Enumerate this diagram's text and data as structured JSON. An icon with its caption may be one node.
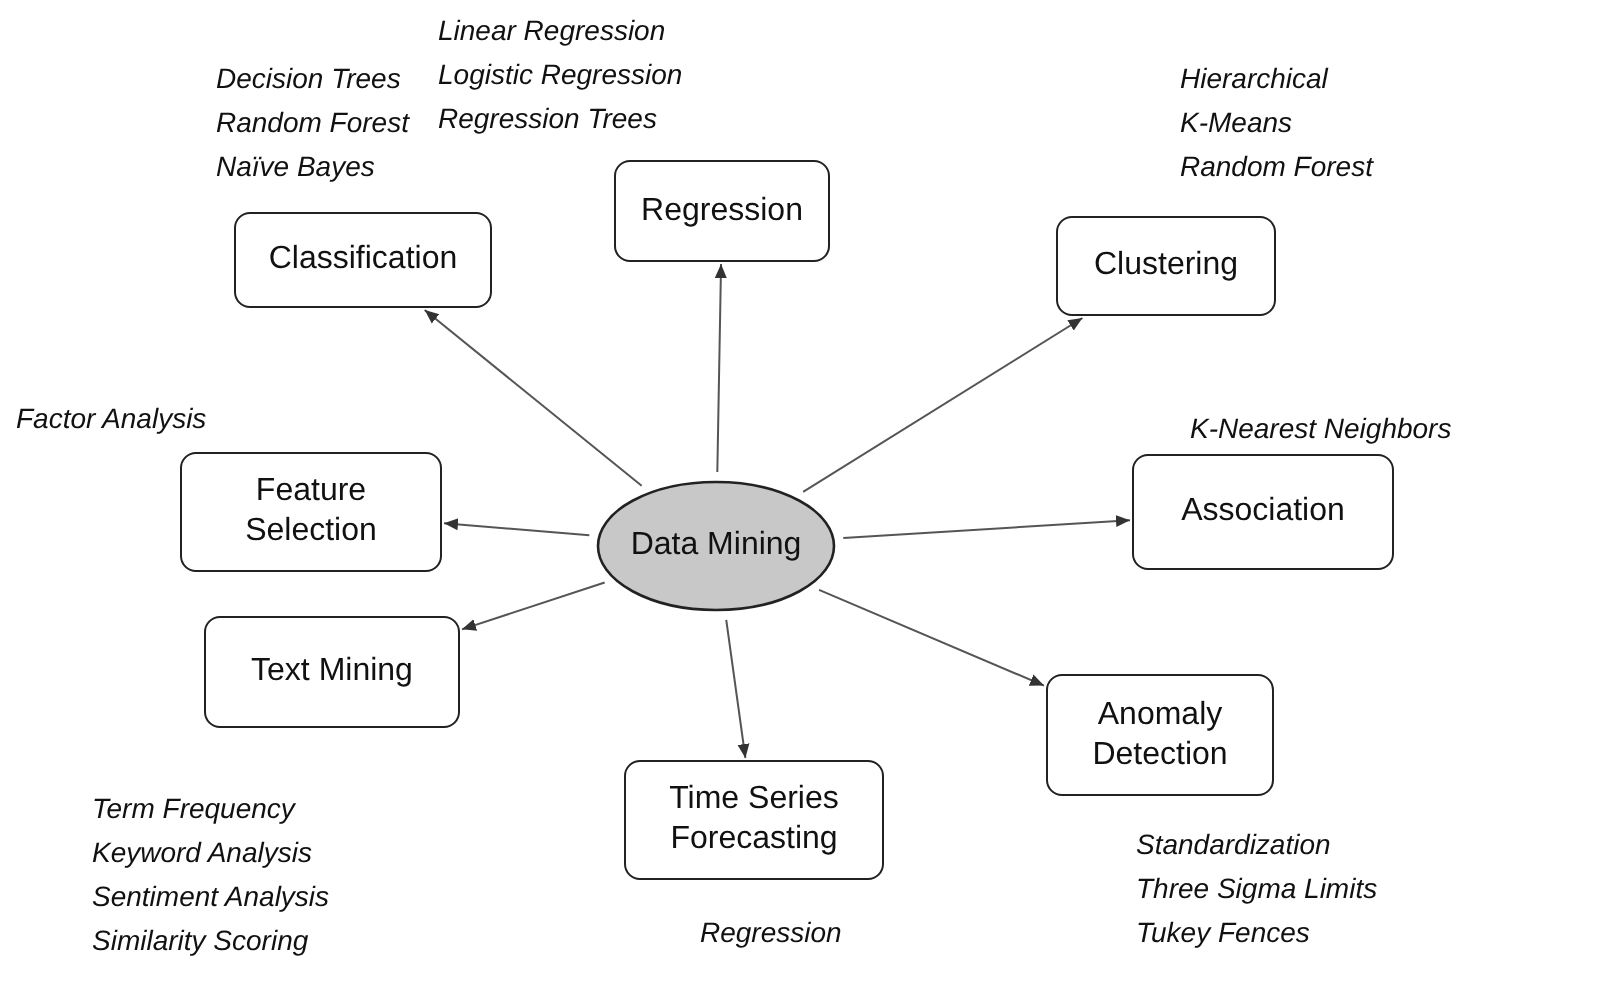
{
  "diagram": {
    "nodes": [
      {
        "text": [
          "Regression"
        ],
        "beside": [
          "Linear Regression",
          "Logistic Regression",
          "Regression Trees"
        ]
      },
      {
        "text": [
          "Classification"
        ],
        "beside": [
          "Decision Trees",
          "Random Forest",
          "Naïve Bayes"
        ]
      },
      {
        "text": [
          "Clustering"
        ],
        "beside": [
          "Hierarchical",
          "K-Means",
          "Random Forest"
        ]
      },
      {
        "text": [
          "Feature Selection"
        ],
        "beside": [
          "Factor Analysis"
        ]
      },
      {
        "text": [
          "Data Mining"
        ]
      },
      {
        "text": [
          "Association"
        ],
        "beside": [
          "K-Nearest Neighbors"
        ]
      },
      {
        "text": [
          "Text Mining"
        ],
        "beside": [
          "Term Frequency",
          "Keyword Analysis",
          "Sentiment Analysis",
          "Similarity Scoring"
        ]
      },
      {
        "text": [
          "Anomaly Detection"
        ],
        "beside": [
          "Standardization",
          "Three Sigma Limits",
          "Tukey Fences"
        ]
      },
      {
        "text": [
          "Time Series Forecasting"
        ],
        "beside": [
          "Regression"
        ]
      }
    ],
    "edges": [
      {
        "from": 4,
        "to": 0,
        "arrow": "to"
      },
      {
        "from": 4,
        "to": 1,
        "arrow": "to"
      },
      {
        "from": 4,
        "to": 2,
        "arrow": "to"
      },
      {
        "from": 4,
        "to": 3,
        "arrow": "to"
      },
      {
        "from": 4,
        "to": 5,
        "arrow": "to"
      },
      {
        "from": 4,
        "to": 6,
        "arrow": "to"
      },
      {
        "from": 4,
        "to": 7,
        "arrow": "to"
      },
      {
        "from": 4,
        "to": 8,
        "arrow": "to"
      }
    ]
  }
}
